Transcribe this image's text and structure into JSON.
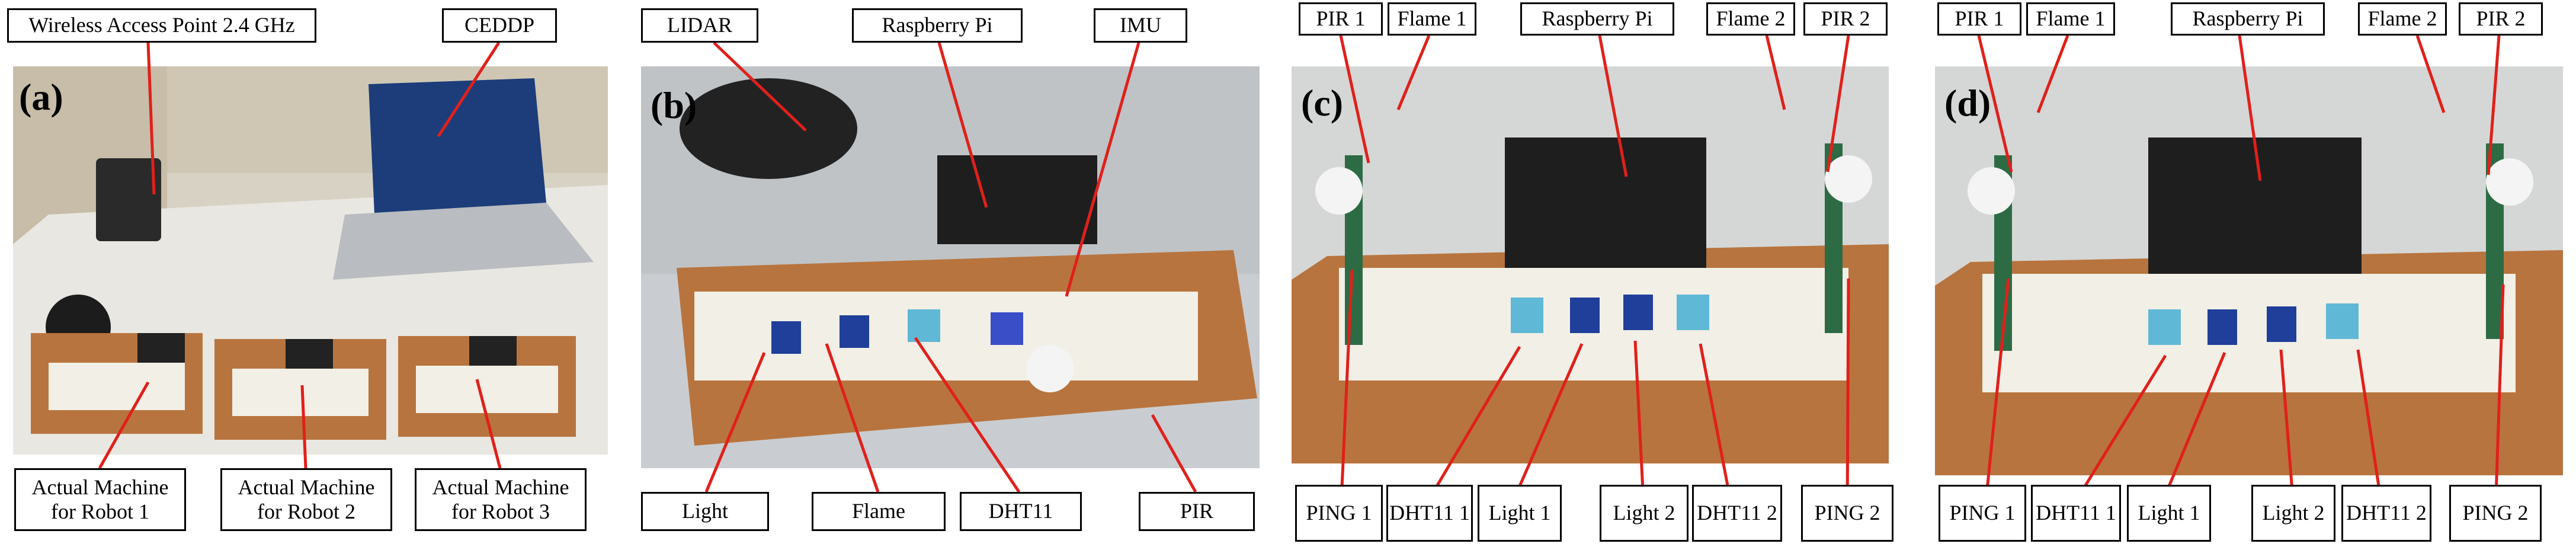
{
  "panels": {
    "a": {
      "label": "(a)",
      "callouts": {
        "wap": "Wireless Access Point 2.4 GHz",
        "ceddp": "CEDDP",
        "robot1": "Actual Machine\nfor Robot 1",
        "robot2": "Actual Machine\nfor Robot 2",
        "robot3": "Actual Machine\nfor Robot 3"
      }
    },
    "b": {
      "label": "(b)",
      "callouts": {
        "lidar": "LIDAR",
        "rpi": "Raspberry Pi",
        "imu": "IMU",
        "light": "Light",
        "flame": "Flame",
        "dht11": "DHT11",
        "pir": "PIR"
      }
    },
    "c": {
      "label": "(c)",
      "callouts": {
        "pir1": "PIR 1",
        "flame1": "Flame 1",
        "rpi": "Raspberry Pi",
        "flame2": "Flame 2",
        "pir2": "PIR 2",
        "ping1": "PING 1",
        "dht11_1": "DHT11 1",
        "light1": "Light 1",
        "light2": "Light 2",
        "dht11_2": "DHT11 2",
        "ping2": "PING 2"
      }
    },
    "d": {
      "label": "(d)",
      "callouts": {
        "pir1": "PIR 1",
        "flame1": "Flame 1",
        "rpi": "Raspberry Pi",
        "flame2": "Flame 2",
        "pir2": "PIR 2",
        "ping1": "PING 1",
        "dht11_1": "DHT11 1",
        "light1": "Light 1",
        "light2": "Light 2",
        "dht11_2": "DHT11 2",
        "ping2": "PING 2"
      }
    }
  },
  "colors": {
    "leader_line": "#e0201b",
    "wood": "#b8743e",
    "breadboard": "#f2efe6",
    "wall": "#c9cdd1"
  }
}
